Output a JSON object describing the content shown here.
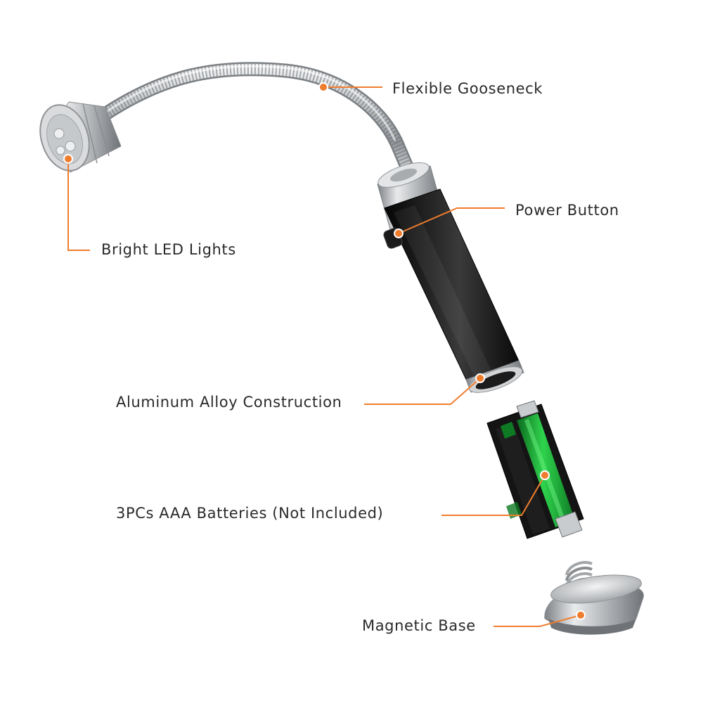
{
  "callouts": {
    "gooseneck": "Flexible Gooseneck",
    "led": "Bright LED Lights",
    "power": "Power Button",
    "aluminum": "Aluminum Alloy Construction",
    "batteries": "3PCs AAA Batteries (Not Included)",
    "base": "Magnetic Base"
  },
  "colors": {
    "accent": "#f07d2e",
    "text": "#2a2a2a",
    "body": "#111111",
    "battery_green": "#1fb33a",
    "metal": "#b9bcc0"
  }
}
